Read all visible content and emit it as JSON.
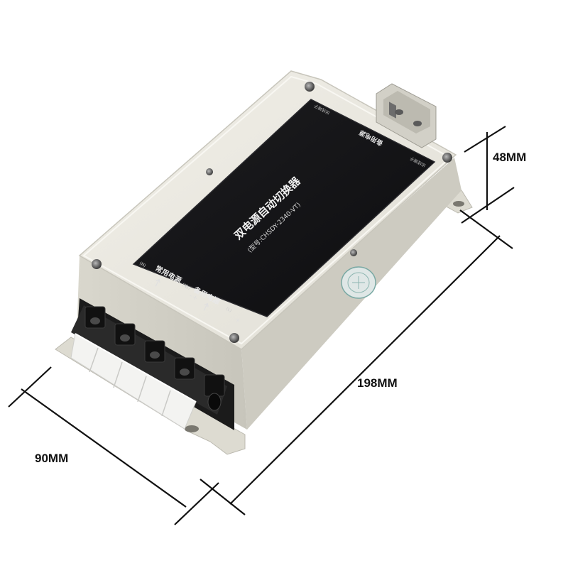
{
  "dimensions": {
    "height": "48MM",
    "length": "198MM",
    "width": "90MM"
  },
  "panel": {
    "title": "双电源自动切换器",
    "model": "(型号:CHSDY-2340-VT)",
    "main_power_label": "常用电源",
    "backup_power_label": "备用电源",
    "top_power_label": "备用电源",
    "top_left_caption": "出线端子",
    "top_right_caption": "出线端子",
    "terminal_n": "(N)",
    "terminal_l": "(L)",
    "minus": "-",
    "plus": "+"
  },
  "colors": {
    "housing": "#e9e7de",
    "housing_shadow": "#cfcdc3",
    "panel": "#141416",
    "terminal_block": "#1c1c1c",
    "cover": "#f2f2f0",
    "screw": "#6a6a6a"
  },
  "icons": [
    "screw-icon",
    "qc-sticker-icon",
    "arrow-up-icon"
  ]
}
